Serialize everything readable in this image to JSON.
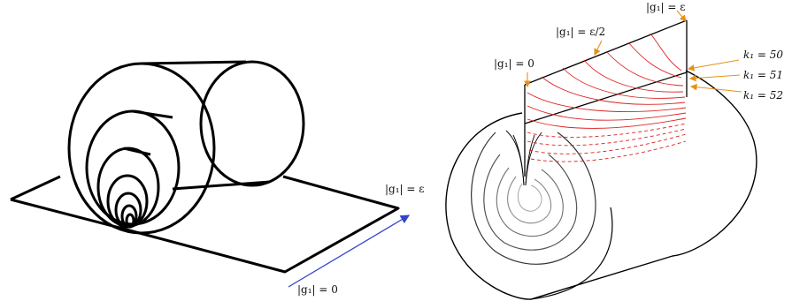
{
  "left_panel": {
    "edge_label": "|g₁| = ε",
    "arrow_label": "|g₁| = 0"
  },
  "right_panel": {
    "top_labels": {
      "epsilon": "|g₁| = ε",
      "half_epsilon": "|g₁| = ε/2",
      "zero": "|g₁| = 0"
    },
    "k_labels": [
      "k₁ = 50",
      "k₁ = 51",
      "k₁ = 52"
    ]
  },
  "colors": {
    "ink": "#000000",
    "arrow_blue": "#3344cc",
    "label_arrow_orange": "#e8901a",
    "contour_red": "#e02020",
    "inner_gray": "#8a8a8a"
  }
}
